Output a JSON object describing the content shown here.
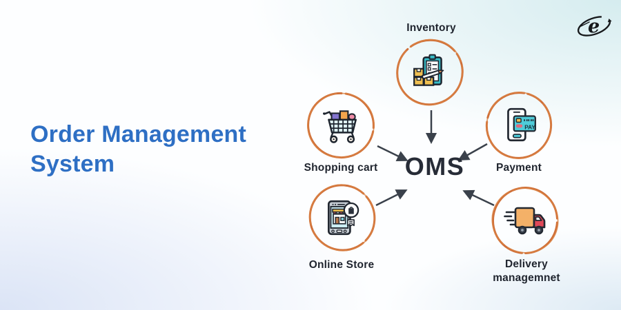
{
  "title": {
    "line1": "Order Management",
    "line2": "System"
  },
  "center": {
    "label": "OMS"
  },
  "nodes": [
    {
      "id": "inventory",
      "label": "Inventory"
    },
    {
      "id": "shopping-cart",
      "label": "Shopping cart"
    },
    {
      "id": "payment",
      "label": "Payment"
    },
    {
      "id": "online-store",
      "label": "Online Store"
    },
    {
      "id": "delivery-management",
      "label": "Delivery managemnet"
    }
  ],
  "icons": {
    "payment_pay_label": "PAY"
  },
  "brand": {
    "letter": "e"
  },
  "colors": {
    "title_blue": "#2e6fc4",
    "ring_orange": "#cf6f38",
    "arrow_dark": "#3a414b",
    "text_dark": "#20252f",
    "bg_cyan_corner": "#d5ecef",
    "bg_blue_corner": "#dbe4f6",
    "icon_teal": "#4ecbd8",
    "icon_yellow": "#f2c14e",
    "icon_orange": "#f4b168",
    "icon_red": "#e04858"
  }
}
